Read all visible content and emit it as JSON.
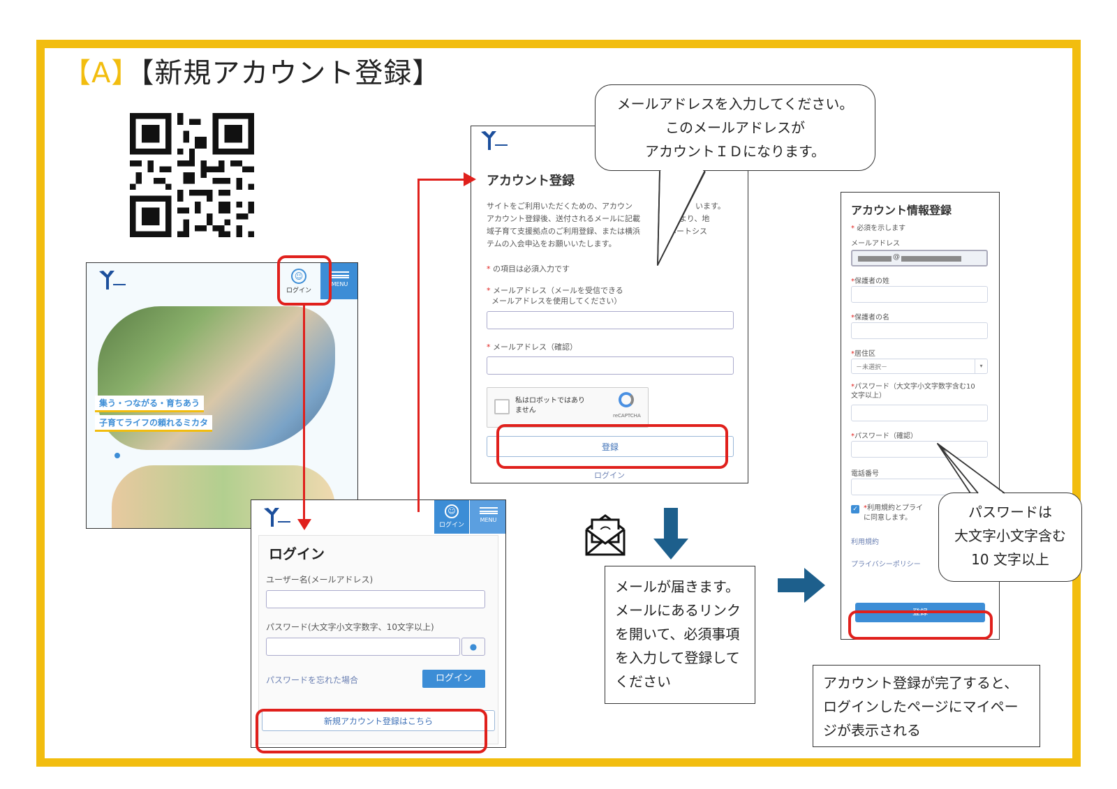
{
  "title": {
    "bracket_open": "【",
    "letter": "A",
    "bracket_close": "】",
    "text": "【新規アカウント登録】"
  },
  "colors": {
    "frame": "#f2bd0f",
    "red": "#e0201c",
    "blue_button": "#3c8dd6",
    "arrow_blue": "#1d5f8c",
    "logo_blue": "#1c4f9c"
  },
  "home": {
    "login_label": "ログイン",
    "menu_label": "MENU",
    "tagline1": "集う・つながる・育ちあう",
    "tagline2": "子育てライフの頼れるミカタ"
  },
  "login": {
    "header_login": "ログイン",
    "header_menu": "MENU",
    "heading": "ログイン",
    "username_label": "ユーザー名(メールアドレス)",
    "password_label": "パスワード(大文字小文字数字、10文字以上)",
    "forgot_link": "パスワードを忘れた場合",
    "login_button": "ログイン",
    "register_button": "新規アカウント登録はこちら"
  },
  "register": {
    "heading": "アカウント登録",
    "intro1": "サイトをご利用いただくための、アカウン",
    "intro1b": "います。",
    "intro2": "アカウント登録後、送付されるメールに記載",
    "intro2b": "より、地",
    "intro3": "域子育て支援拠点のご利用登録、または横浜",
    "intro3b": "サポートシス",
    "intro4": "テムの入会申込をお願いいたします。",
    "required_note": "の項目は必須入力です",
    "email_label1": "メールアドレス（メールを受信できる",
    "email_label2": "メールアドレスを使用してください）",
    "email_confirm_label": "メールアドレス（確認）",
    "captcha_text1": "私はロボットではあり",
    "captcha_text2": "ません",
    "captcha_brand": "reCAPTCHA",
    "submit_button": "登録",
    "login_link": "ログイン"
  },
  "email_callout": {
    "line1": "メールアドレスを入力してください。",
    "line2": "このメールアドレスが",
    "line3": "アカウントＩＤになります。"
  },
  "mail_note": {
    "line1": "メールが届きます。",
    "line2": "メールにあるリンク",
    "line3": "を開いて、必須事項",
    "line4": "を入力して登録して",
    "line5": "ください"
  },
  "account_info": {
    "heading": "アカウント情報登録",
    "required_note": "必須を示します",
    "email_label": "メールアドレス",
    "email_at": "@",
    "last_name_label": "保護者の姓",
    "first_name_label": "保護者の名",
    "ward_label": "居住区",
    "ward_select": "－未選択－",
    "password_label1": "パスワード（大文字小文字数字含む10",
    "password_label2": "文字以上）",
    "password_confirm_label": "パスワード（確認）",
    "phone_label": "電話番号",
    "terms_text1": "利用規約とプライ",
    "terms_text2": "に同意します。",
    "terms_link": "利用規約",
    "privacy_link": "プライバシーポリシー",
    "submit_button": "登録"
  },
  "password_callout": {
    "line1": "パスワードは",
    "line2": "大文字小文字含む",
    "line3": "10 文字以上"
  },
  "complete_note": {
    "line1": "アカウント登録が完了すると、",
    "line2": "ログインしたページにマイペー",
    "line3": "ジが表示される"
  }
}
